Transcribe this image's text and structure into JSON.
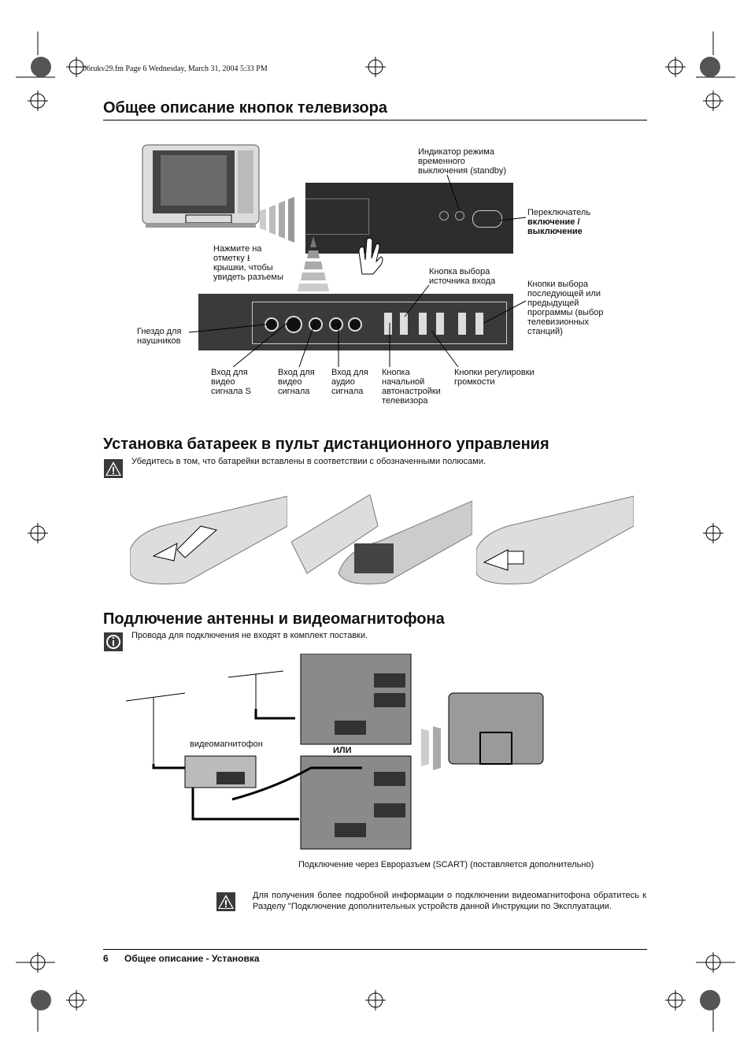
{
  "header": {
    "file_info": "06rukv29.fm  Page 6  Wednesday, March 31, 2004  5:33 PM"
  },
  "section1": {
    "title": "Общее описание кнопок телевизора",
    "labels": {
      "standby_indicator": [
        "Индикатор режима",
        "временного",
        "выключения (standby)"
      ],
      "power_switch": [
        "Переключатель"
      ],
      "power_switch_bold": [
        "включение /",
        "выключение"
      ],
      "press_mark": [
        "Нажмите на",
        "отметку ⭳",
        "крышки, чтобы",
        "увидеть разъемы"
      ],
      "input_select": [
        "Кнопка выбора",
        "источника входа"
      ],
      "prog_select": [
        "Кнопки выбора",
        "последующей или",
        "предыдущей",
        "программы (выбор",
        "телевизионных",
        "станций)"
      ],
      "headphones": [
        "Гнездо для",
        "наушников"
      ],
      "s_video": [
        "Вход для",
        "видео",
        "сигнала S"
      ],
      "video": [
        "Вход для",
        "видео",
        "сигнала"
      ],
      "audio": [
        "Вход для",
        "аудио",
        "сигнала"
      ],
      "autotune": [
        "Кнопка",
        "начальной",
        "автонастройки",
        "телевизора"
      ],
      "volume": [
        "Кнопки регулировки",
        "громкости"
      ]
    }
  },
  "section2": {
    "title": "Установка батареек в пульт дистанционного управления",
    "note": "Убедитесь в том, что батарейки вставлены в соответствии с обозначенными полюсами."
  },
  "section3": {
    "title": "Подлючение антенны и видеомагнитофона",
    "note": "Провода для подключения не входят в комплект поставки.",
    "vcr_label": "видеомагнитофон",
    "or_label": "ИЛИ",
    "scart_caption": "Подключение через Евроразъем (SCART) (поставляется дополнительно)",
    "info_note": "Для получения более подробной информации о подключении видеомагнитофона обратитесь к Разделу \"Подключение дополнительных устройств данной Инструкции по Эксплуатации."
  },
  "footer": {
    "page_number": "6",
    "section_name": "Общее описание - Установка"
  },
  "icons": {
    "warning": "warning-triangle-icon",
    "info": "info-icon"
  }
}
